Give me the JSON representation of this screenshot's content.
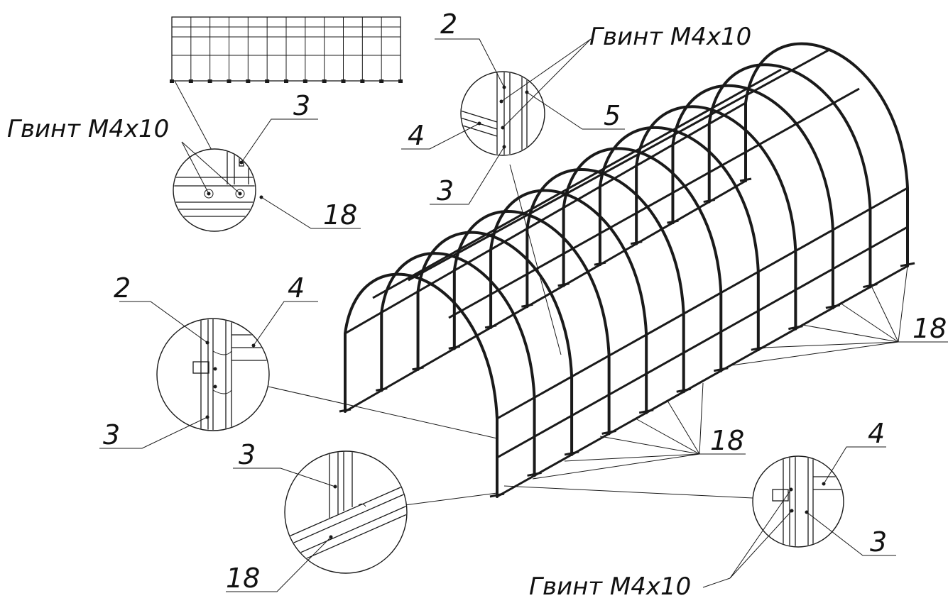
{
  "labels": {
    "screw_top": "Гвинт М4х10",
    "screw_left": "Гвинт М4х10",
    "screw_bottom": "Гвинт М4х10",
    "c1_part3": "3",
    "c1_part18": "18",
    "c2_part2": "2",
    "c2_part4": "4",
    "c2_part5": "5",
    "c2_part3": "3",
    "c3_part2": "2",
    "c3_part4": "4",
    "c3_part3": "3",
    "c4_part3": "3",
    "c4_part18": "18",
    "c5_part4": "4",
    "c5_part3": "3",
    "frame_part18_right": "18",
    "frame_part18_mid": "18"
  }
}
